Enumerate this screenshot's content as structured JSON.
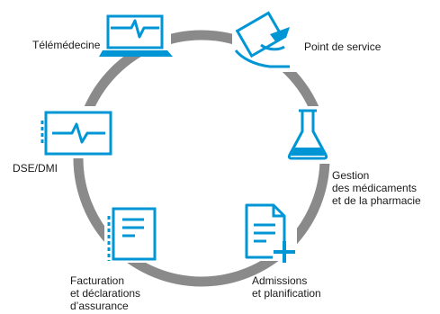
{
  "nodes": {
    "telemedecine": {
      "lines": [
        "Télémédecine"
      ],
      "icon": "laptop-heartbeat-icon"
    },
    "point_of_service": {
      "lines": [
        "Point de service"
      ],
      "icon": "tablet-in-hand-icon"
    },
    "medication": {
      "lines": [
        "Gestion",
        "des médicaments",
        "et de la pharmacie"
      ],
      "icon": "flask-icon"
    },
    "admissions": {
      "lines": [
        "Admissions",
        "et planification"
      ],
      "icon": "document-plus-icon"
    },
    "billing": {
      "lines": [
        "Facturation",
        "et déclarations",
        "d’assurance"
      ],
      "icon": "clipboard-document-icon"
    },
    "ehr": {
      "lines": [
        "DSE/DMI"
      ],
      "icon": "monitor-heartbeat-icon"
    }
  },
  "colors": {
    "ring": "#8a8a8a",
    "accent": "#0096d6",
    "text": "#1a1a1a",
    "background": "#ffffff"
  }
}
